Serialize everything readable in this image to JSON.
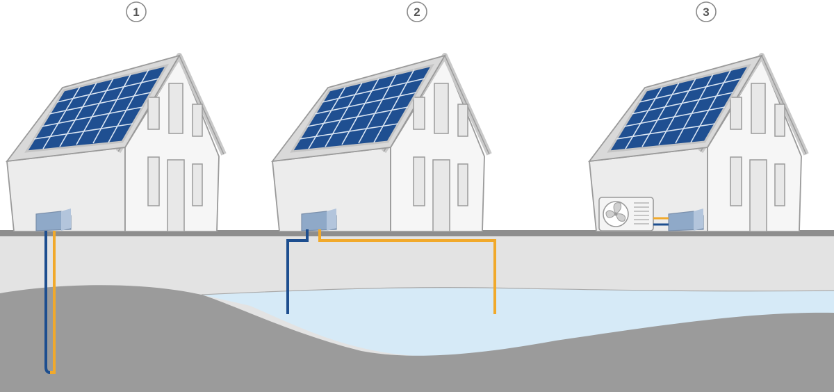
{
  "badges": [
    {
      "label": "1"
    },
    {
      "label": "2"
    },
    {
      "label": "3"
    }
  ],
  "colors": {
    "background": "#ffffff",
    "house_wall": "#f0f0f0",
    "house_side": "#e6e6e6",
    "house_outline": "#9a9a9a",
    "roof_edge": "#c9c9c9",
    "solar_panel": "#1f4f91",
    "solar_grid": "#dbe6f3",
    "ground_line": "#8e8e8e",
    "topsoil": "#e3e3e3",
    "bedrock": "#9b9b9b",
    "groundwater": "#d6eaf7",
    "pipe_cold": "#1d4e8f",
    "pipe_warm": "#f1a92b",
    "heat_pump_unit": "#8fa9c8",
    "badge_stroke": "#8a8a8a",
    "badge_text": "#555555"
  },
  "icons": [
    "fan-icon",
    "heat-pump-unit-icon",
    "solar-panel-icon"
  ]
}
